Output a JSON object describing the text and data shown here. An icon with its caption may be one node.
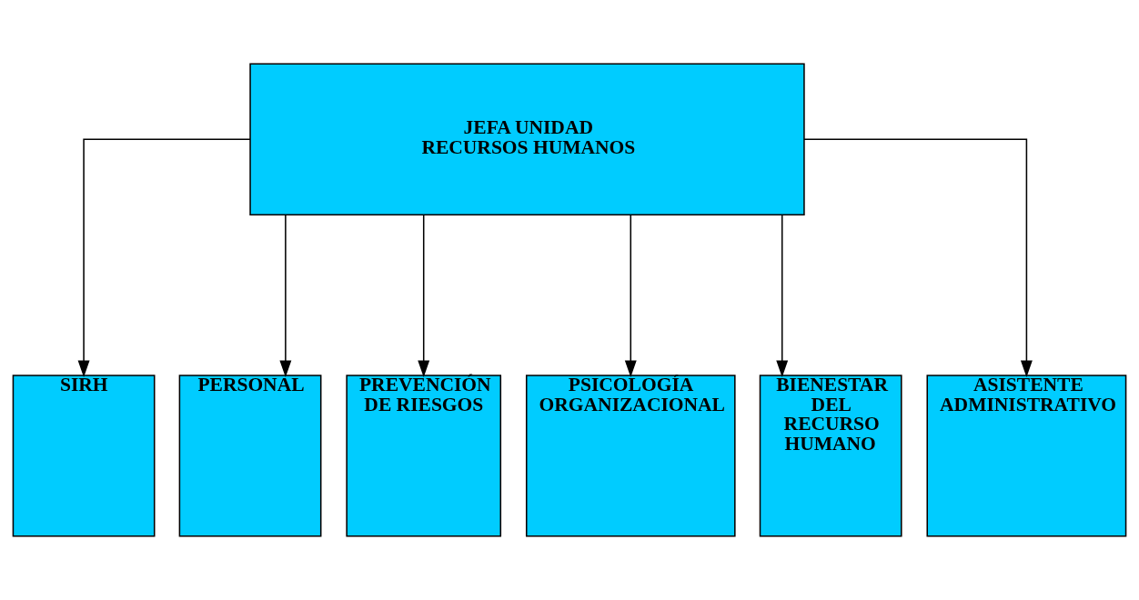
{
  "diagram": {
    "nodes": [
      {
        "text": [
          "JEFA UNIDAD RECURSOS HUMANOS"
        ]
      },
      {
        "text": [
          "SIRH"
        ]
      },
      {
        "text": [
          "PERSONAL"
        ]
      },
      {
        "text": [
          "PREVENCIÓN DE RIESGOS"
        ]
      },
      {
        "text": [
          "PSICOLOGÍA ORGANIZACIONAL"
        ]
      },
      {
        "text": [
          "BIENESTAR DEL RECURSO HUMANO"
        ]
      },
      {
        "text": [
          "ASISTENTE ADMINISTRATIVO"
        ]
      }
    ],
    "edges": [
      {
        "from": 0,
        "to": 1,
        "arrow": "to"
      },
      {
        "from": 0,
        "to": 2,
        "arrow": "to"
      },
      {
        "from": 0,
        "to": 3,
        "arrow": "to"
      },
      {
        "from": 0,
        "to": 4,
        "arrow": "to"
      },
      {
        "from": 0,
        "to": 5,
        "arrow": "to"
      },
      {
        "from": 0,
        "to": 6,
        "arrow": "to"
      }
    ]
  }
}
